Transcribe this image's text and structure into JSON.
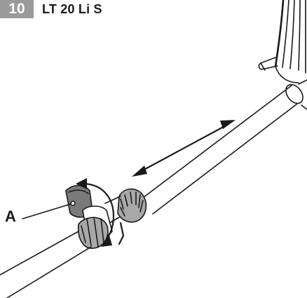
{
  "header": {
    "step_number": "10",
    "model_name": "LT 20 Li S"
  },
  "callouts": {
    "a_label": "A"
  },
  "colors": {
    "badge_bg": "#9a9a9a",
    "line": "#1a1a1a",
    "lever_fill": "#7a7a7a",
    "collar_fill": "#a8a8a8"
  }
}
